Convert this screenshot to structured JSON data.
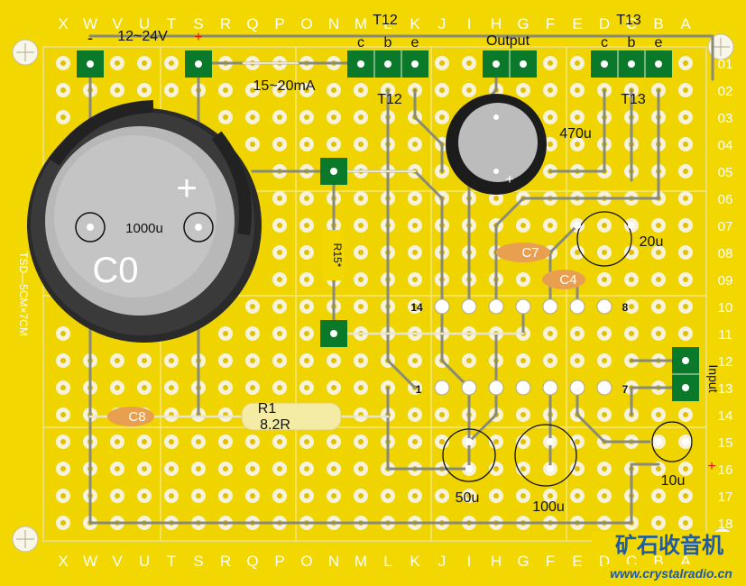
{
  "board": {
    "columns": [
      "X",
      "W",
      "V",
      "U",
      "T",
      "S",
      "R",
      "Q",
      "P",
      "O",
      "N",
      "M",
      "L",
      "K",
      "J",
      "I",
      "H",
      "G",
      "F",
      "E",
      "D",
      "C",
      "B",
      "A"
    ],
    "rows": [
      "01",
      "02",
      "03",
      "04",
      "05",
      "06",
      "07",
      "08",
      "09",
      "10",
      "11",
      "12",
      "13",
      "14",
      "15",
      "16",
      "17",
      "18"
    ],
    "side_label": "TSD—5CM×7CM",
    "colors": {
      "board": "#f2d700",
      "pad": "#ffffff",
      "trace": "#8a8a7a",
      "green_pad": "#0a7a2a",
      "highlight": "#e0c000",
      "brand": "#1e5aa8"
    }
  },
  "labels": {
    "minus": "-",
    "supply": "12~24V",
    "plus_top": "+",
    "t12_top": "T12",
    "t13_top": "T13",
    "c1": "c",
    "b1": "b",
    "e1": "e",
    "c2": "c",
    "b2": "b",
    "e2": "e",
    "output": "Output",
    "current": "15~20mA",
    "t12": "T12",
    "t13": "T13",
    "cap470": "470u",
    "cap1000": "1000u",
    "c0": "C0",
    "plus_big": "+",
    "plus_small": "+",
    "r15": "R15*",
    "c7": "C7",
    "c4": "C4",
    "cap20": "20u",
    "pin14": "14",
    "pin8": "8",
    "pin1": "1",
    "pin7": "7",
    "input": "Input",
    "c8": "C8",
    "r1": "R1",
    "r1_value": "8.2R",
    "cap50": "50u",
    "cap100": "100u",
    "cap10": "10u",
    "plus16": "+",
    "brand_name": "矿石收音机",
    "website": "www.crystalradio.cn"
  }
}
